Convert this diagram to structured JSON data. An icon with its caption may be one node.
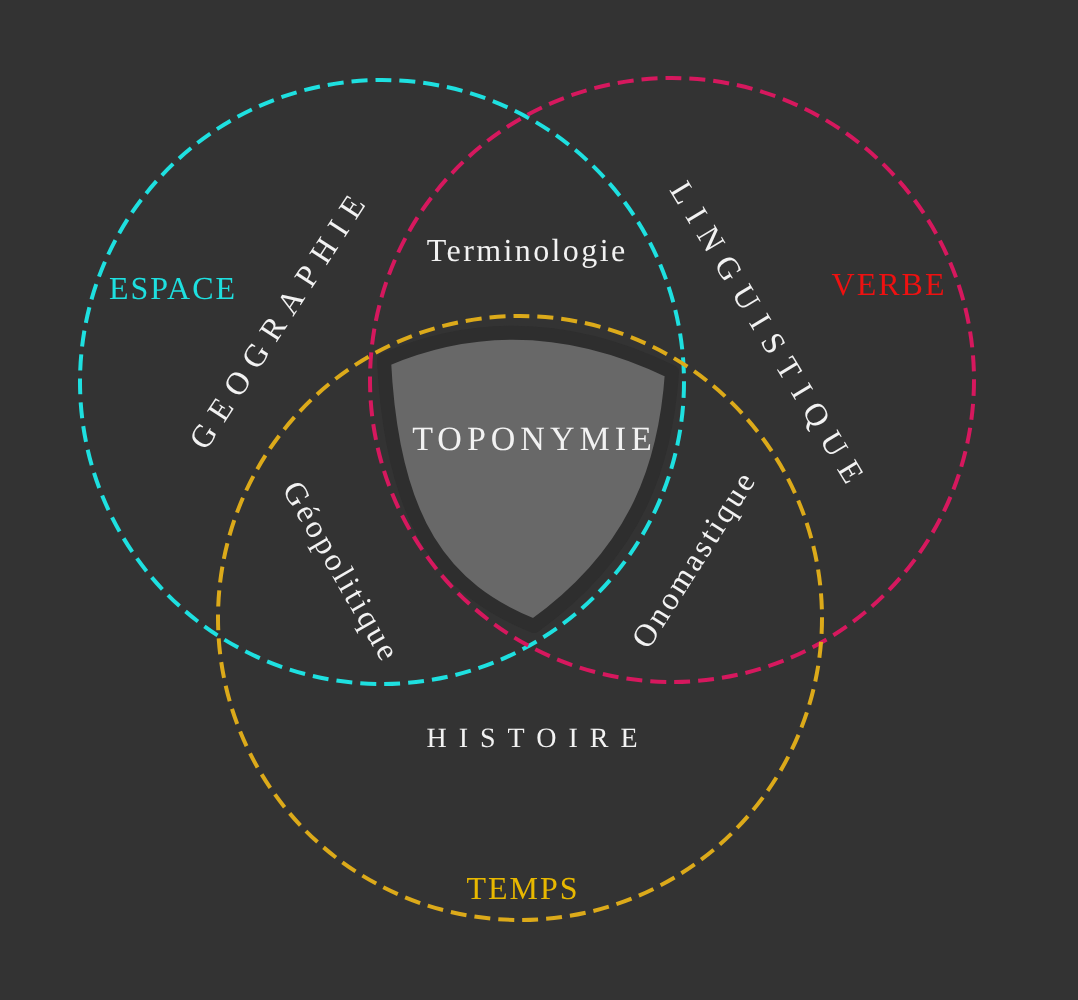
{
  "diagram": {
    "nodes": [
      {
        "text": [
          "GEOGRAPHIE",
          "ESPACE"
        ]
      },
      {
        "text": [
          "LINGUISTIQUE",
          "VERBE"
        ]
      },
      {
        "text": [
          "HISTOIRE",
          "TEMPS"
        ]
      },
      {
        "text": [
          "TOPONYMIE"
        ]
      }
    ],
    "labels": [
      "Terminologie",
      "Géopolitique",
      "Onomastique"
    ]
  }
}
